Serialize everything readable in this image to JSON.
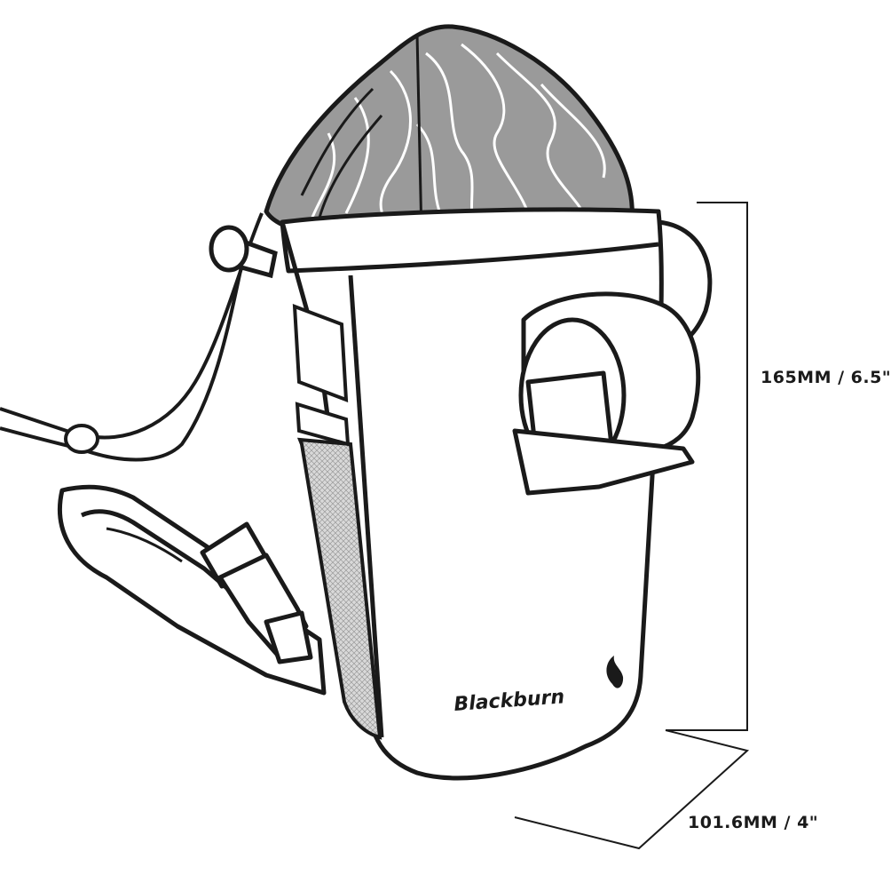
{
  "dimensions": {
    "height": "165MM / 6.5\"",
    "width": "101.6MM / 4\""
  },
  "brand": {
    "logo_text": "Blackburn"
  },
  "colors": {
    "outline": "#1a1a1a",
    "fill": "#ffffff",
    "drybag_fill": "#9a9a9a",
    "mesh_fill": "#c8c8c8",
    "pattern": "#ffffff"
  }
}
